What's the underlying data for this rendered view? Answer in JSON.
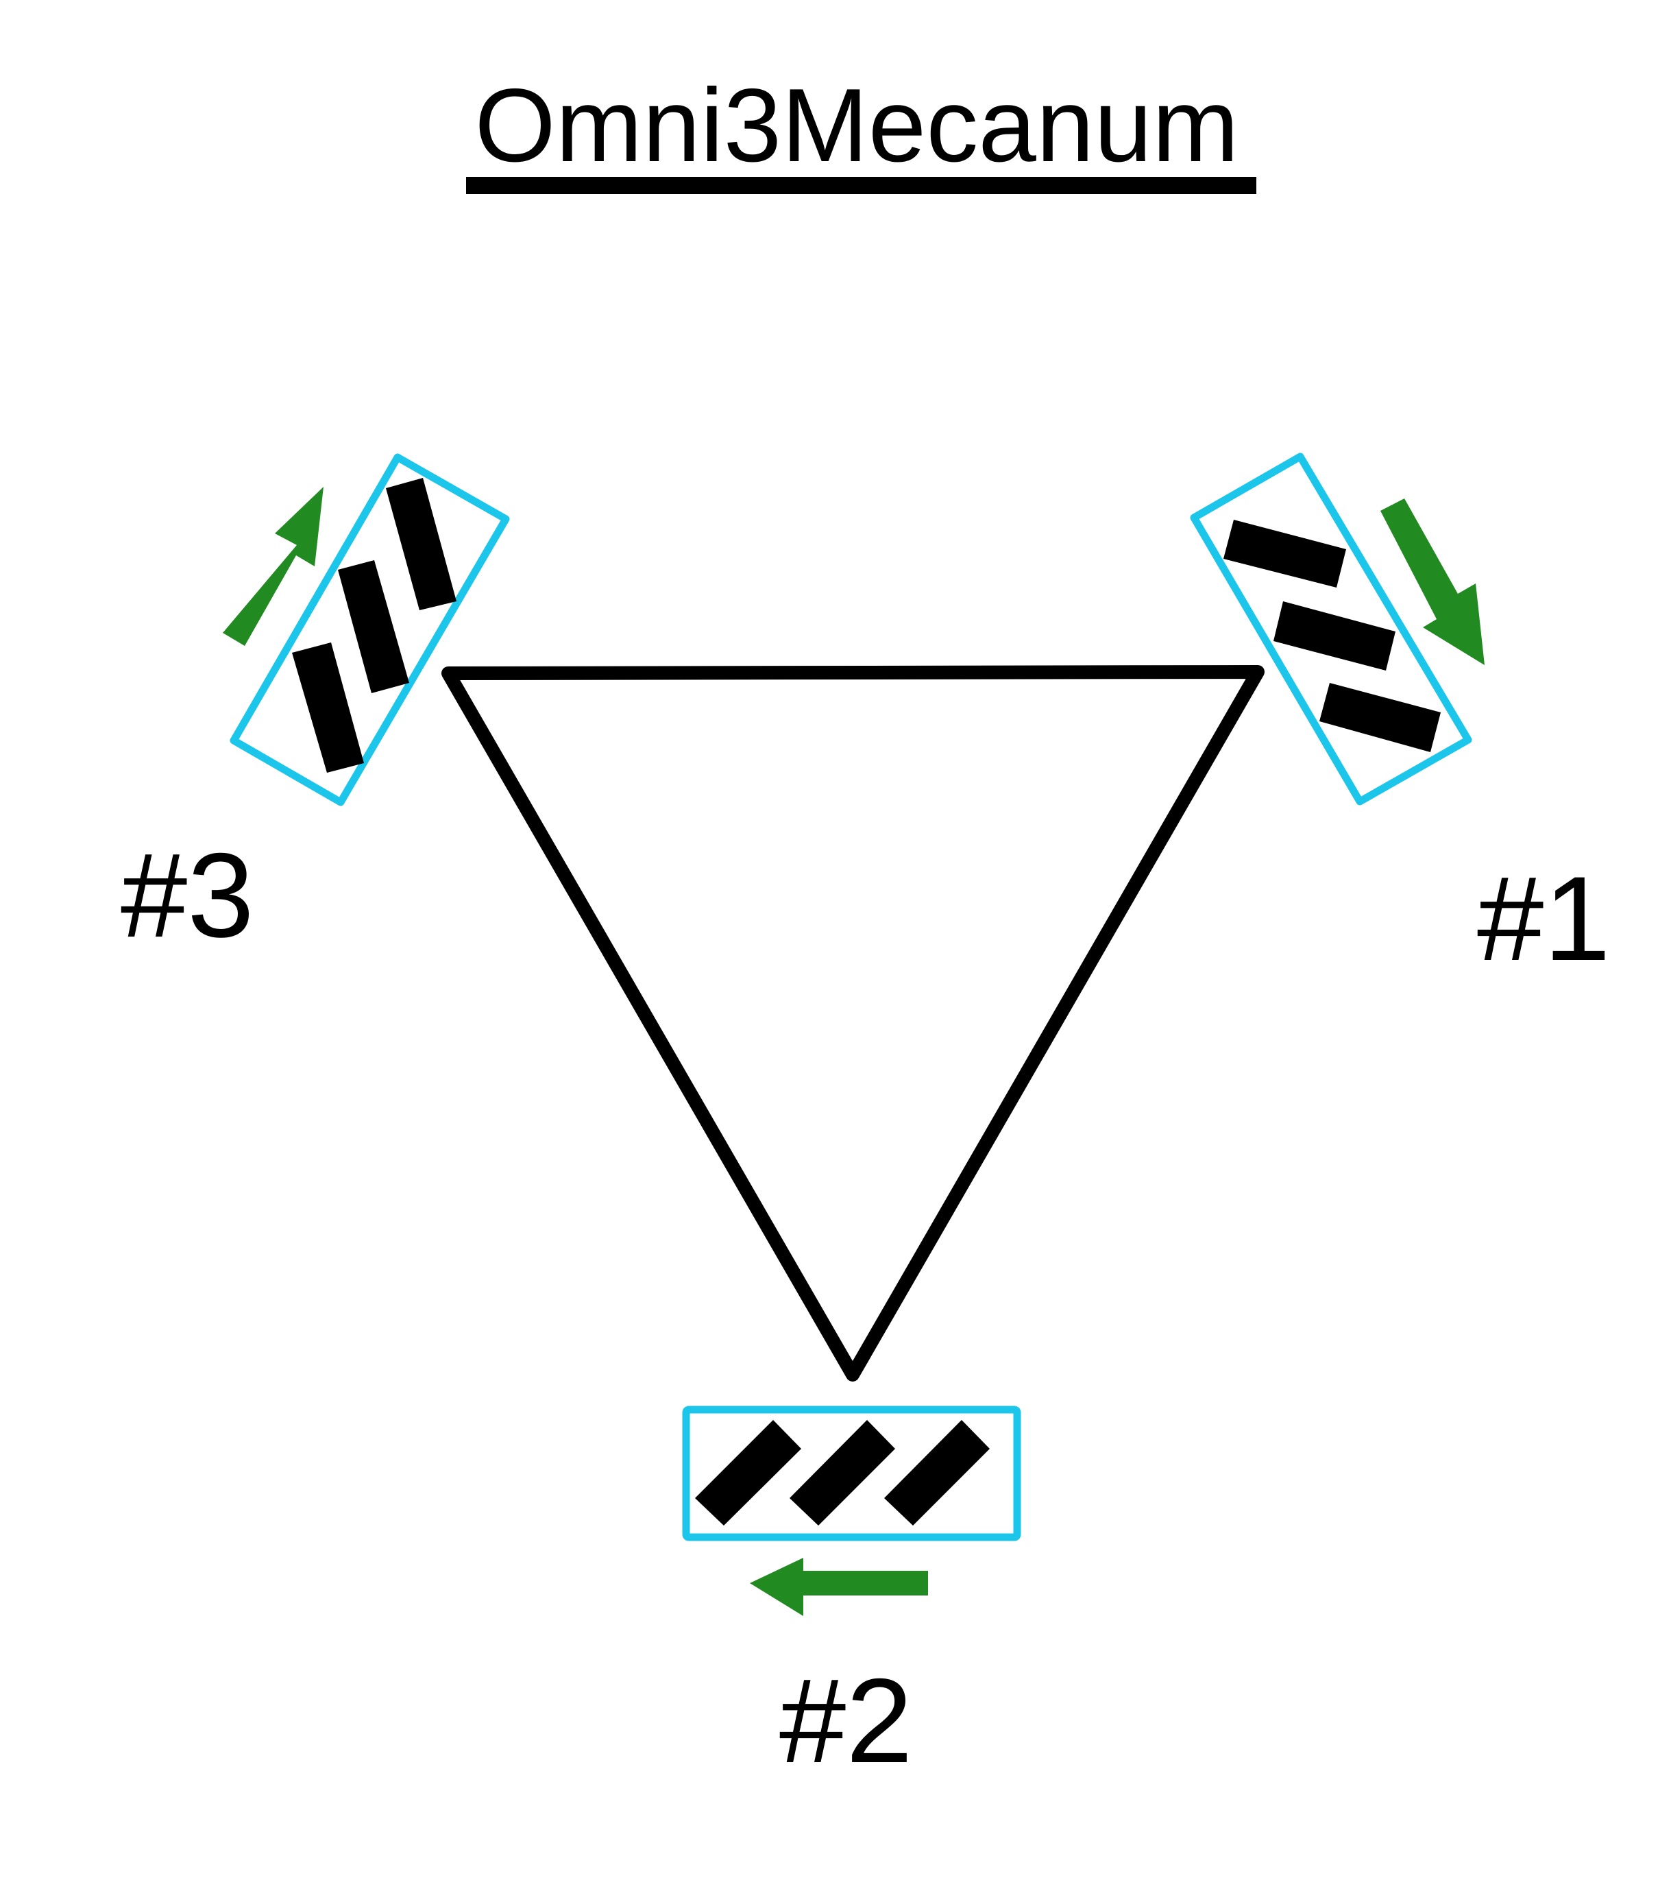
{
  "title": "Omni3Mecanum",
  "colors": {
    "wheel_frame": "#1cc6ea",
    "roller": "#000000",
    "arrow": "#218b21",
    "chassis": "#000000",
    "text": "#000000"
  },
  "chassis": {
    "shape": "triangle",
    "orientation": "point-down"
  },
  "wheels": [
    {
      "id": "wheel-1",
      "label": "#1",
      "rollers": 3,
      "arrow_direction": "down-right"
    },
    {
      "id": "wheel-2",
      "label": "#2",
      "rollers": 3,
      "arrow_direction": "left"
    },
    {
      "id": "wheel-3",
      "label": "#3",
      "rollers": 3,
      "arrow_direction": "up-right"
    }
  ]
}
